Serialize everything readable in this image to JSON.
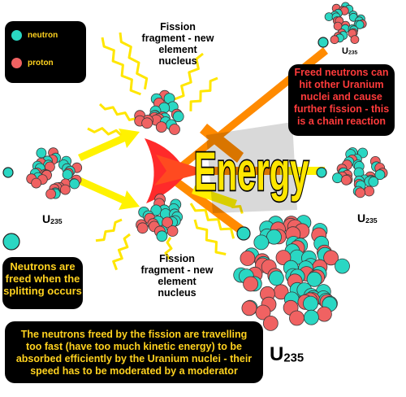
{
  "legend": {
    "neutron": {
      "label": "neutron",
      "color": "#2ad7c3"
    },
    "proton": {
      "label": "proton",
      "color": "#f06262"
    }
  },
  "labels": {
    "fragment_top": "Fission fragment - new element nucleus",
    "fragment_bottom": "Fission fragment - new element nucleus",
    "energy": "Energy",
    "u_symbol": "U",
    "u_mass": "235"
  },
  "callouts": {
    "freed": "Neutrons are freed when the splitting occurs",
    "chain": "Freed neutrons can hit other Uranium nuclei and cause further fission - this is a chain reaction",
    "moderator": "The neutrons freed by the fission are travelling too fast (have too much kinetic energy) to be absorbed efficiently by the Uranium nuclei - their speed has to be moderated by a moderator"
  },
  "colors": {
    "callout_text": "#ffd21f",
    "callout_text_alt": "#ff3b3b",
    "energy_fill": "#ffe600",
    "ray": "#ffe600",
    "arrow_yellow": "#fff200",
    "arrow_orange": "#ff8a00",
    "blast": "#ff2a2a"
  }
}
